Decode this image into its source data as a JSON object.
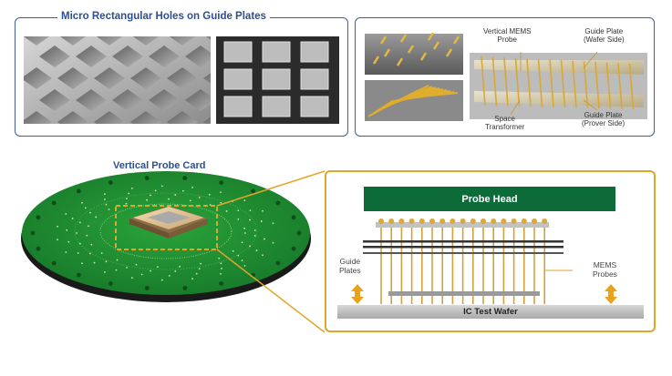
{
  "top_left_panel": {
    "title": "Micro Rectangular Holes on Guide Plates"
  },
  "top_right_panel": {
    "labels": {
      "vertical_mems_probe": [
        "Vertical MEMS",
        "Probe"
      ],
      "guide_plate_wafer": [
        "Guide Plate",
        "(Wafer Side)"
      ],
      "space_transformer": [
        "Space",
        "Transformer"
      ],
      "guide_plate_prover": [
        "Guide Plate",
        "(Prover Side)"
      ]
    }
  },
  "probe_card": {
    "title": "Vertical Probe Card"
  },
  "detail_panel": {
    "probe_head": "Probe Head",
    "guide_plates": [
      "Guide",
      "Plates"
    ],
    "mems_probes": [
      "MEMS",
      "Probes"
    ],
    "ic_test_wafer": "IC Test Wafer"
  },
  "colors": {
    "panel_border": "#3e5f9c",
    "title_blue": "#2c4f8f",
    "detail_border": "#e2a52a",
    "probe_head_green": "#0d6b3a",
    "pcb_green": "#1e8a2e",
    "probe_gold": "#d9a93a"
  }
}
